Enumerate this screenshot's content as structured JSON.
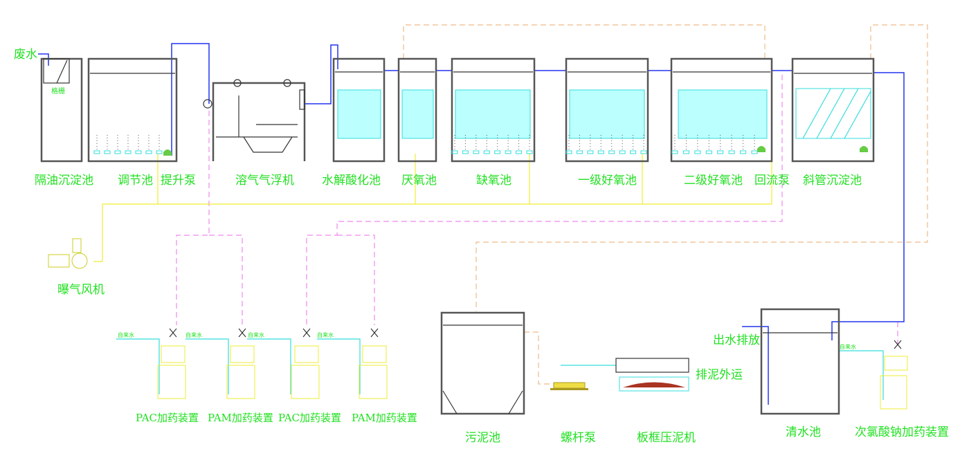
{
  "labels": {
    "wastewater": "废水",
    "screen": "格栅",
    "oil_sep_tank": "隔油沉淀池",
    "equalization_tank": "调节池",
    "lift_pump": "提升泵",
    "daf": "溶气气浮机",
    "hydrolysis_tank": "水解酸化池",
    "anaerobic_tank": "厌氧池",
    "anoxic_tank": "缺氧池",
    "aerobic_1": "一级好氧池",
    "aerobic_2": "二级好氧池",
    "return_pump": "回流泵",
    "tube_settler": "斜管沉淀池",
    "blower": "曝气风机",
    "sludge_tank": "污泥池",
    "screw_pump": "螺杆泵",
    "filter_press": "板框压泥机",
    "sludge_out": "排泥外运",
    "clear_tank": "清水池",
    "effluent": "出水排放",
    "naclo_dosing": "次氯酸钠加药装置",
    "tap_water": "自来水"
  },
  "dosing_units": [
    {
      "label": "PAC加药装置"
    },
    {
      "label": "PAM加药装置"
    },
    {
      "label": "PAC加药装置"
    },
    {
      "label": "PAM加药装置"
    }
  ],
  "colors": {
    "label": "#22e022",
    "water_pipe": "#2233ee",
    "air_pipe": "#eeee33",
    "dosing_pipe": "#ee88ee",
    "return_pipe": "#eebb88",
    "tap_water_pipe": "#33dddd",
    "media": "#33dddd"
  }
}
